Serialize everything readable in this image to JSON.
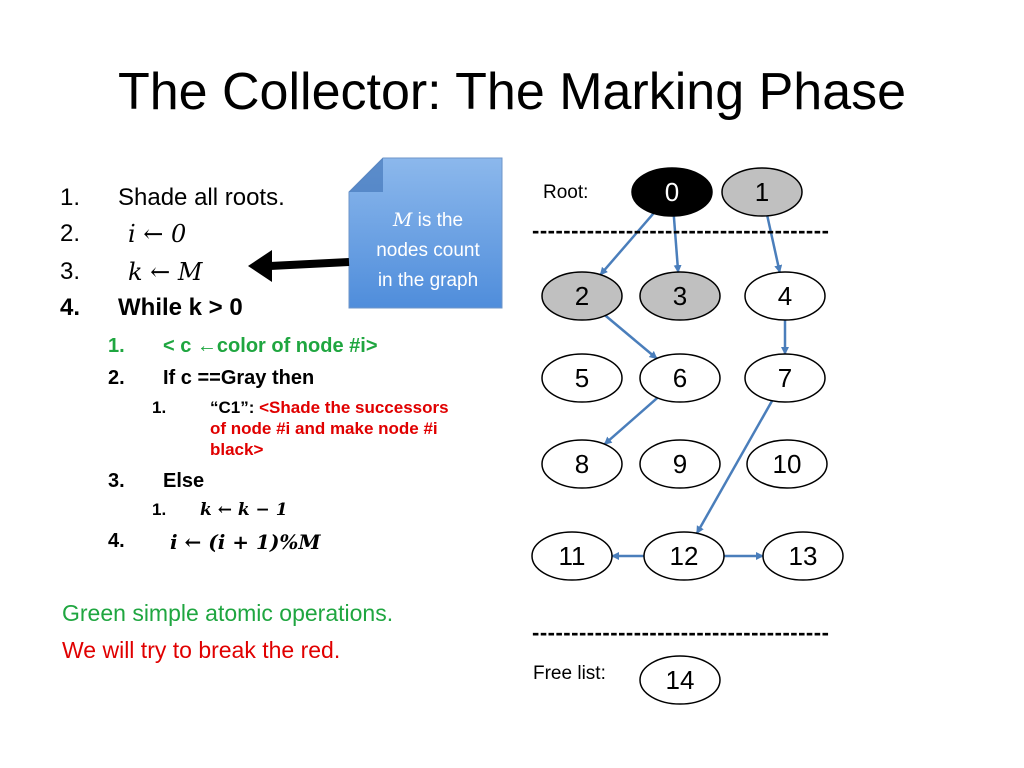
{
  "title": "The Collector: The Marking Phase",
  "steps": [
    {
      "num": "1.",
      "text": "Shade all roots."
    },
    {
      "num": "2.",
      "text": "i ← 0"
    },
    {
      "num": "3.",
      "text": "k ← M"
    },
    {
      "num": "4.",
      "text": "While k > 0"
    }
  ],
  "substeps": {
    "s1": {
      "num": "1.",
      "text": "< c ←color of node #i>"
    },
    "s2": {
      "num": "2.",
      "text": "If c ==Gray then"
    },
    "s2_1": {
      "num": "1.",
      "text_a": "“C1”: ",
      "text_b": "<Shade the successors",
      "line2": "of node #i and make node #i",
      "line3": "black>"
    },
    "s3": {
      "num": "3.",
      "text": "Else"
    },
    "s3_1": {
      "num": "1.",
      "text": "k ← k − 1"
    },
    "s4": {
      "num": "4.",
      "text": "i ← (i + 1)%M"
    }
  },
  "notes": {
    "green": "Green simple atomic operations.",
    "red": "We will try to break the red."
  },
  "callout": {
    "line1_var": "M",
    "line1_rest": " is the",
    "line2": "nodes count",
    "line3": "in the graph"
  },
  "labels": {
    "root": "Root:",
    "free_list": "Free list:"
  },
  "divider": "--------------------------------------",
  "nodes": [
    {
      "id": "0",
      "state": "black"
    },
    {
      "id": "1",
      "state": "gray"
    },
    {
      "id": "2",
      "state": "gray"
    },
    {
      "id": "3",
      "state": "gray"
    },
    {
      "id": "4",
      "state": "white"
    },
    {
      "id": "5",
      "state": "white"
    },
    {
      "id": "6",
      "state": "white"
    },
    {
      "id": "7",
      "state": "white"
    },
    {
      "id": "8",
      "state": "white"
    },
    {
      "id": "9",
      "state": "white"
    },
    {
      "id": "10",
      "state": "white"
    },
    {
      "id": "11",
      "state": "white"
    },
    {
      "id": "12",
      "state": "white"
    },
    {
      "id": "13",
      "state": "white"
    },
    {
      "id": "14",
      "state": "white"
    }
  ],
  "edges": [
    {
      "from": "0",
      "to": "2"
    },
    {
      "from": "0",
      "to": "3"
    },
    {
      "from": "1",
      "to": "4"
    },
    {
      "from": "2",
      "to": "6"
    },
    {
      "from": "4",
      "to": "7"
    },
    {
      "from": "6",
      "to": "8"
    },
    {
      "from": "7",
      "to": "12"
    },
    {
      "from": "12",
      "to": "11"
    },
    {
      "from": "12",
      "to": "13"
    }
  ],
  "colors": {
    "edge": "#4a7ebb",
    "gray_node": "#c0c0c0",
    "black_node": "#000000",
    "callout": "#5b9bd5",
    "green": "#1fa640",
    "red": "#e00000"
  }
}
